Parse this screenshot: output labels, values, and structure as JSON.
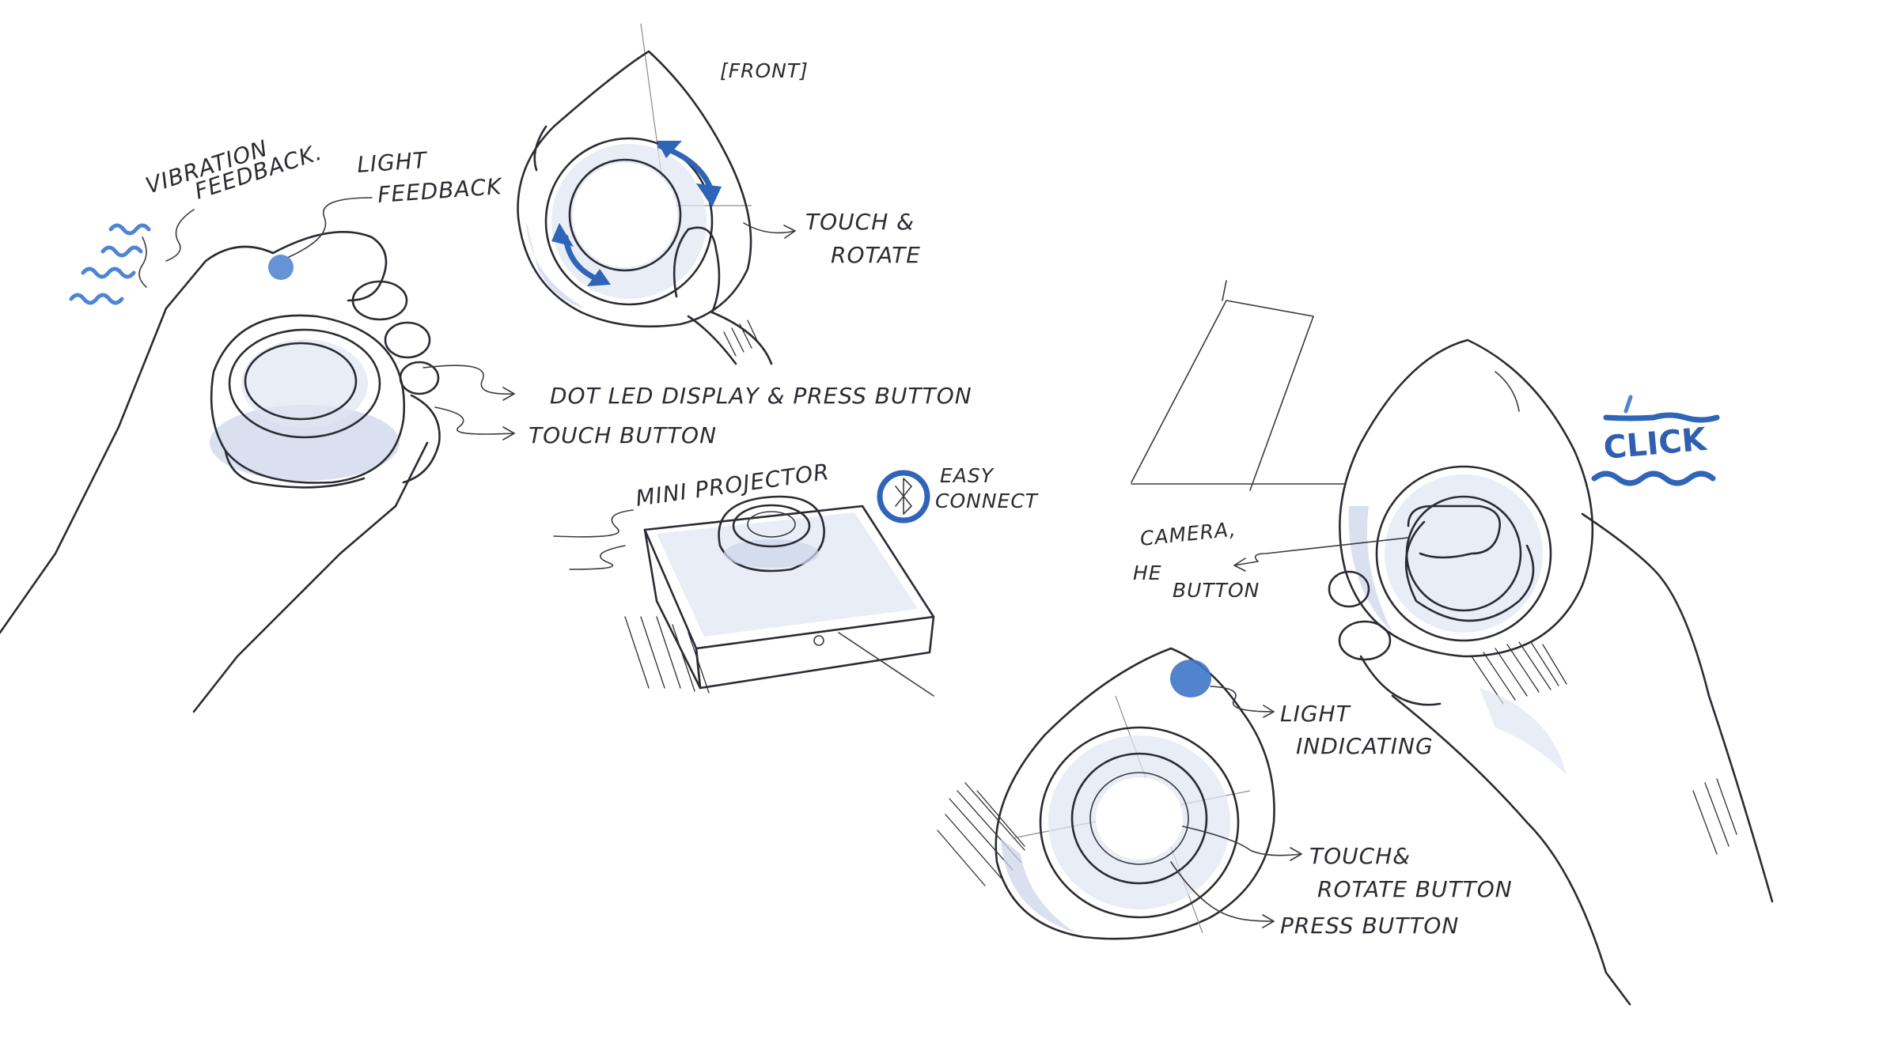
{
  "sketch": {
    "sheet_title": "",
    "labels": {
      "front": "[FRONT]",
      "vibration_feedback_1": "VIBRATION",
      "vibration_feedback_2": "FEEDBACK.",
      "light_feedback_1": "LIGHT",
      "light_feedback_2": "FEEDBACK",
      "touch_rotate_1": "TOUCH &",
      "touch_rotate_2": "ROTATE",
      "dot_led": "DOT LED DISPLAY & PRESS BUTTON",
      "touch_button": "TOUCH BUTTON",
      "mini_projector": "MINI PROJECTOR",
      "easy_connect_1": "EASY",
      "easy_connect_2": "CONNECT",
      "camera_1": "CAMERA,",
      "camera_2": "HE",
      "camera_3": "BUTTON",
      "click": "CLICK",
      "light_indicating_1": "LIGHT",
      "light_indicating_2": "INDICATING",
      "touch_rotate_button_1": "TOUCH&",
      "touch_rotate_button_2": "ROTATE BUTTON",
      "press_button": "PRESS BUTTON"
    },
    "colors": {
      "ink": "#2b2b33",
      "marker_blue": "#2f64b8",
      "marker_shade": "#cdd6ea"
    },
    "icons": [
      "bluetooth-icon"
    ]
  }
}
